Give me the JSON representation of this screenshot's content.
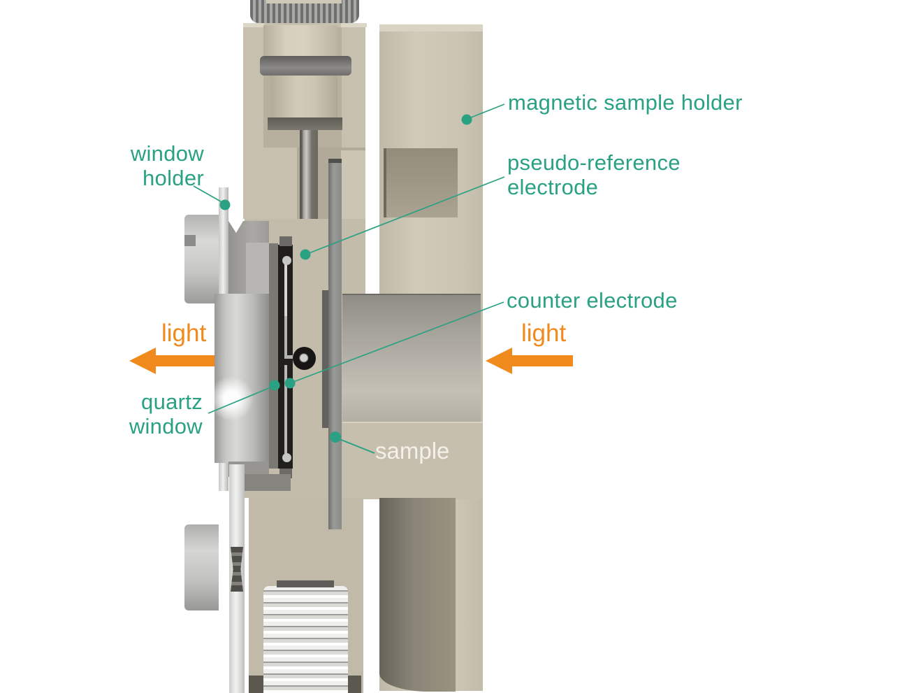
{
  "colors": {
    "label_teal": "#2aa183",
    "light_orange": "#f18a1d",
    "sample_text_white": "#f4f1e9",
    "body_beige": "#c9c2b0",
    "metal_gray": "#c4c4c2",
    "window_black": "#201f1d"
  },
  "labels": {
    "magnetic_sample_holder": {
      "text": "magnetic sample holder"
    },
    "window_holder": {
      "line1": "window",
      "line2": "holder"
    },
    "pseudo_reference_electrode": {
      "line1": "pseudo-reference",
      "line2": "electrode"
    },
    "counter_electrode": {
      "text": "counter electrode"
    },
    "quartz_window": {
      "line1": "quartz",
      "line2": "window"
    },
    "sample": {
      "text": "sample"
    },
    "light_left": {
      "text": "light"
    },
    "light_right": {
      "text": "light"
    }
  }
}
